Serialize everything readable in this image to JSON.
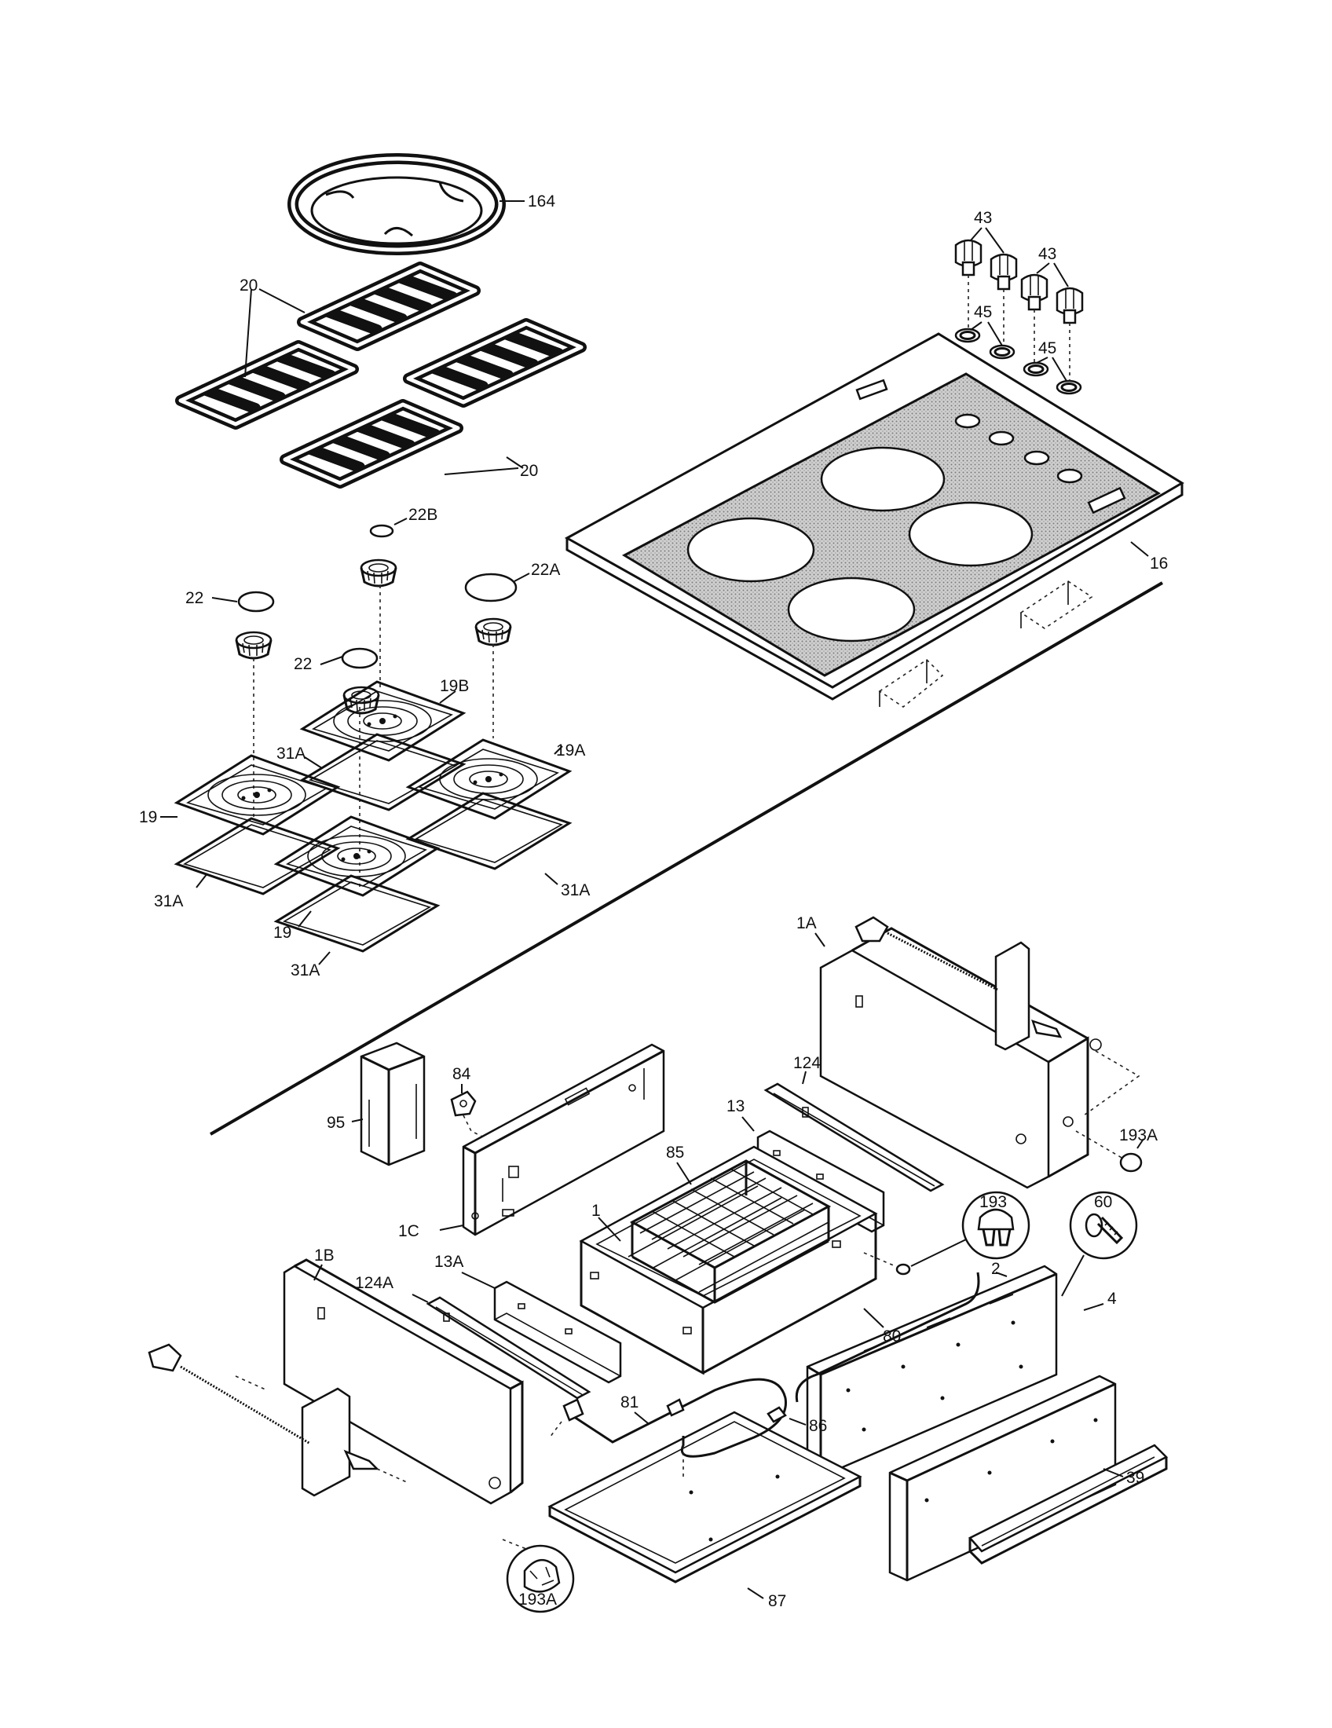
{
  "labels": {
    "p164": "164",
    "p20a": "20",
    "p20b": "20",
    "p22b": "22B",
    "p22a": "22A",
    "p22left": "22",
    "p22mid": "22",
    "p19b": "19B",
    "p19a": "19A",
    "p19left": "19",
    "p19front": "19",
    "p31a_1": "31A",
    "p31a_2": "31A",
    "p31a_3": "31A",
    "p31a_4": "31A",
    "p43a": "43",
    "p43b": "43",
    "p45a": "45",
    "p45b": "45",
    "p16": "16",
    "p1a": "1A",
    "p124": "124",
    "p13": "13",
    "p84": "84",
    "p95": "95",
    "p85": "85",
    "p1": "1",
    "p1c": "1C",
    "p193a_right": "193A",
    "p193": "193",
    "p60": "60",
    "p2": "2",
    "p4": "4",
    "p80": "80",
    "p1b": "1B",
    "p13a": "13A",
    "p124a": "124A",
    "p81": "81",
    "p86": "86",
    "p39": "39",
    "p87": "87",
    "p193a_bottom": "193A"
  }
}
